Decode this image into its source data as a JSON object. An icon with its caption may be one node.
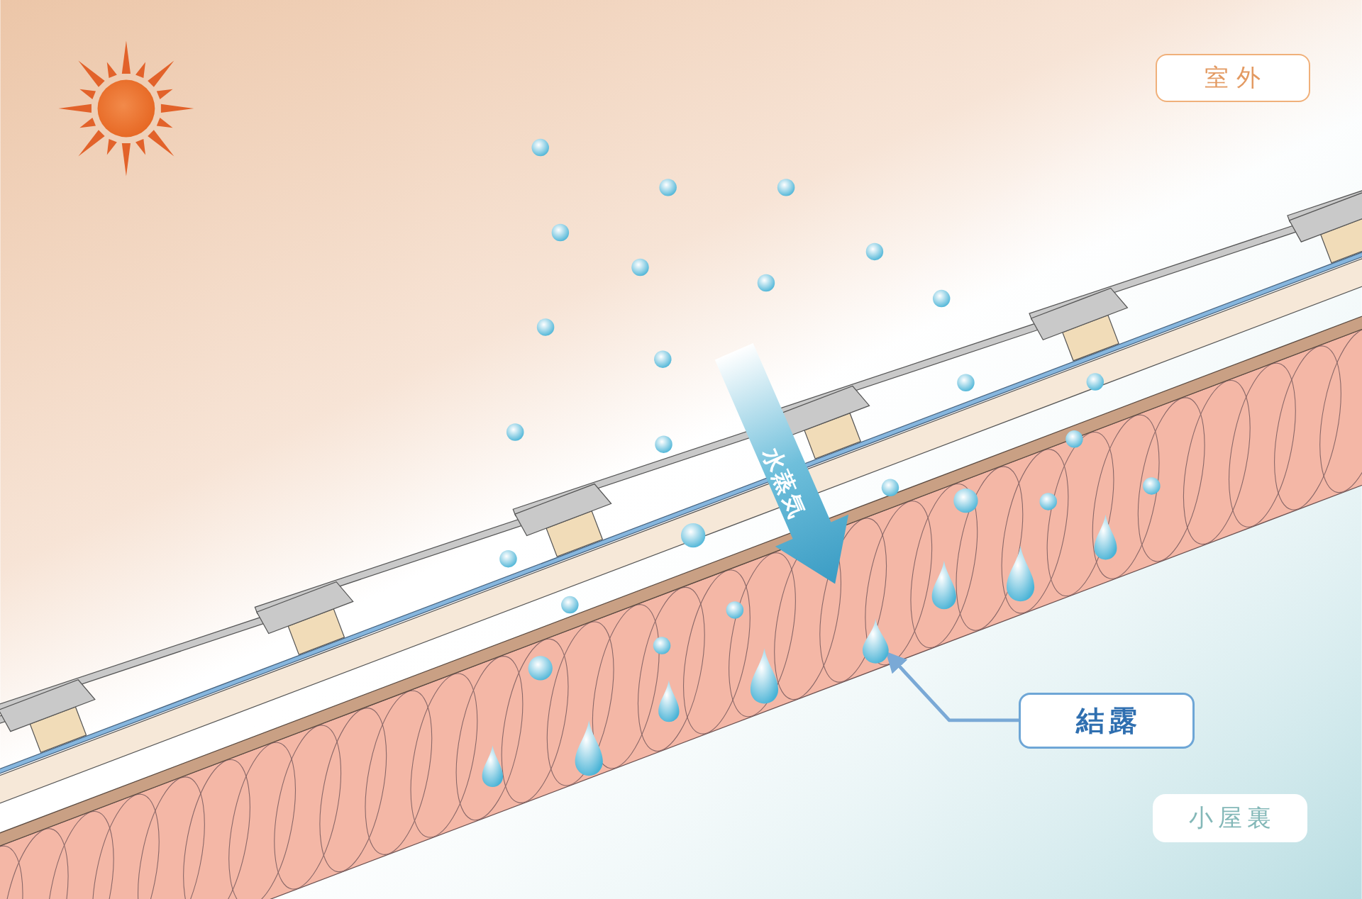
{
  "diagram": {
    "nodes": [
      {
        "text": [
          "室外"
        ]
      },
      {
        "text": [
          "結露"
        ]
      },
      {
        "text": [
          "小屋裏"
        ]
      },
      {
        "text": [],
        "shape": "drop"
      }
    ],
    "edges": [
      {
        "from": 1,
        "to": 3,
        "arrow": "to"
      }
    ],
    "labels": [
      "水蒸気"
    ]
  }
}
